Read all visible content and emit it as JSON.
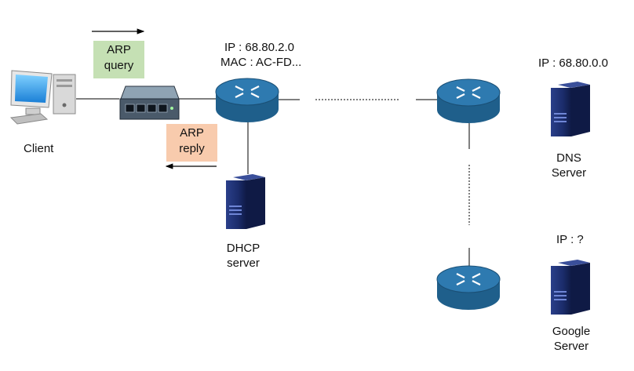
{
  "nodes": {
    "client": {
      "name": "Client"
    },
    "router_main": {
      "ip": "IP : 68.80.2.0",
      "mac": "MAC : AC-FD..."
    },
    "dhcp": {
      "line1": "DHCP",
      "line2": "server"
    },
    "dns": {
      "ip": "IP : 68.80.0.0",
      "line1": "DNS",
      "line2": "Server"
    },
    "google": {
      "ip": "IP : ?",
      "line1": "Google",
      "line2": "Server"
    }
  },
  "messages": {
    "arp_query": {
      "line1": "ARP",
      "line2": "query",
      "color": "#c5e0b4"
    },
    "arp_reply": {
      "line1": "ARP",
      "line2": "reply",
      "color": "#f8cbad"
    }
  },
  "colors": {
    "router": "#1f5f8b",
    "router_top": "#2e7ab0",
    "server": "#1b2c6b",
    "switch": "#4a5a6a"
  }
}
